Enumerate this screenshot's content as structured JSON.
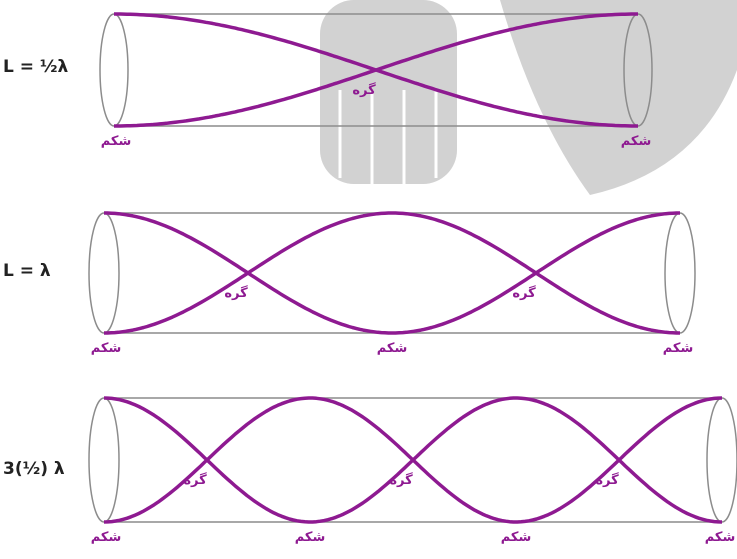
{
  "colors": {
    "wave": "#8e1a91",
    "tube": "#8c8c8c",
    "watermark": "#d2d2d2",
    "label": "#222222",
    "text": "#8e1a91"
  },
  "diagrams": [
    {
      "length_label": "L = ½λ",
      "half_wavelengths": 1,
      "node_label": "گره",
      "antinode_label": "شکم"
    },
    {
      "length_label": "L = λ",
      "half_wavelengths": 2,
      "node_label": "گره",
      "antinode_label": "شکم"
    },
    {
      "length_label": "3(½) λ",
      "half_wavelengths": 3,
      "node_label": "گره",
      "antinode_label": "شکم"
    }
  ]
}
